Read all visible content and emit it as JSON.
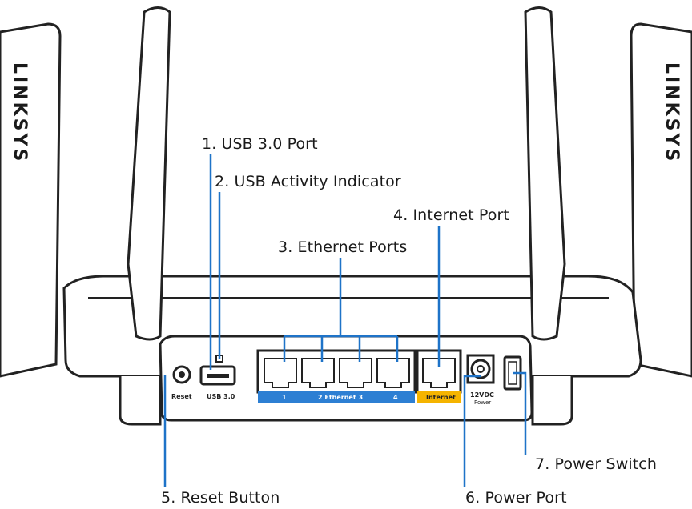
{
  "brand": "LINKSYS",
  "callouts": {
    "usb_port": "1. USB 3.0 Port",
    "usb_indicator": "2. USB Activity Indicator",
    "ethernet_ports": "3. Ethernet Ports",
    "internet_port": "4. Internet Port",
    "reset_button": "5. Reset Button",
    "power_port": "6. Power Port",
    "power_switch": "7. Power Switch"
  },
  "panel_labels": {
    "reset": "Reset",
    "usb": "USB 3.0",
    "eth1": "1",
    "eth_mid": "2 Ethernet 3",
    "eth4": "4",
    "internet": "Internet",
    "power_voltage": "12VDC",
    "power_word": "Power"
  },
  "colors": {
    "callout_line": "#1e73c8",
    "ethernet_strip": "#2d7fd3",
    "internet_strip": "#f5b400"
  }
}
